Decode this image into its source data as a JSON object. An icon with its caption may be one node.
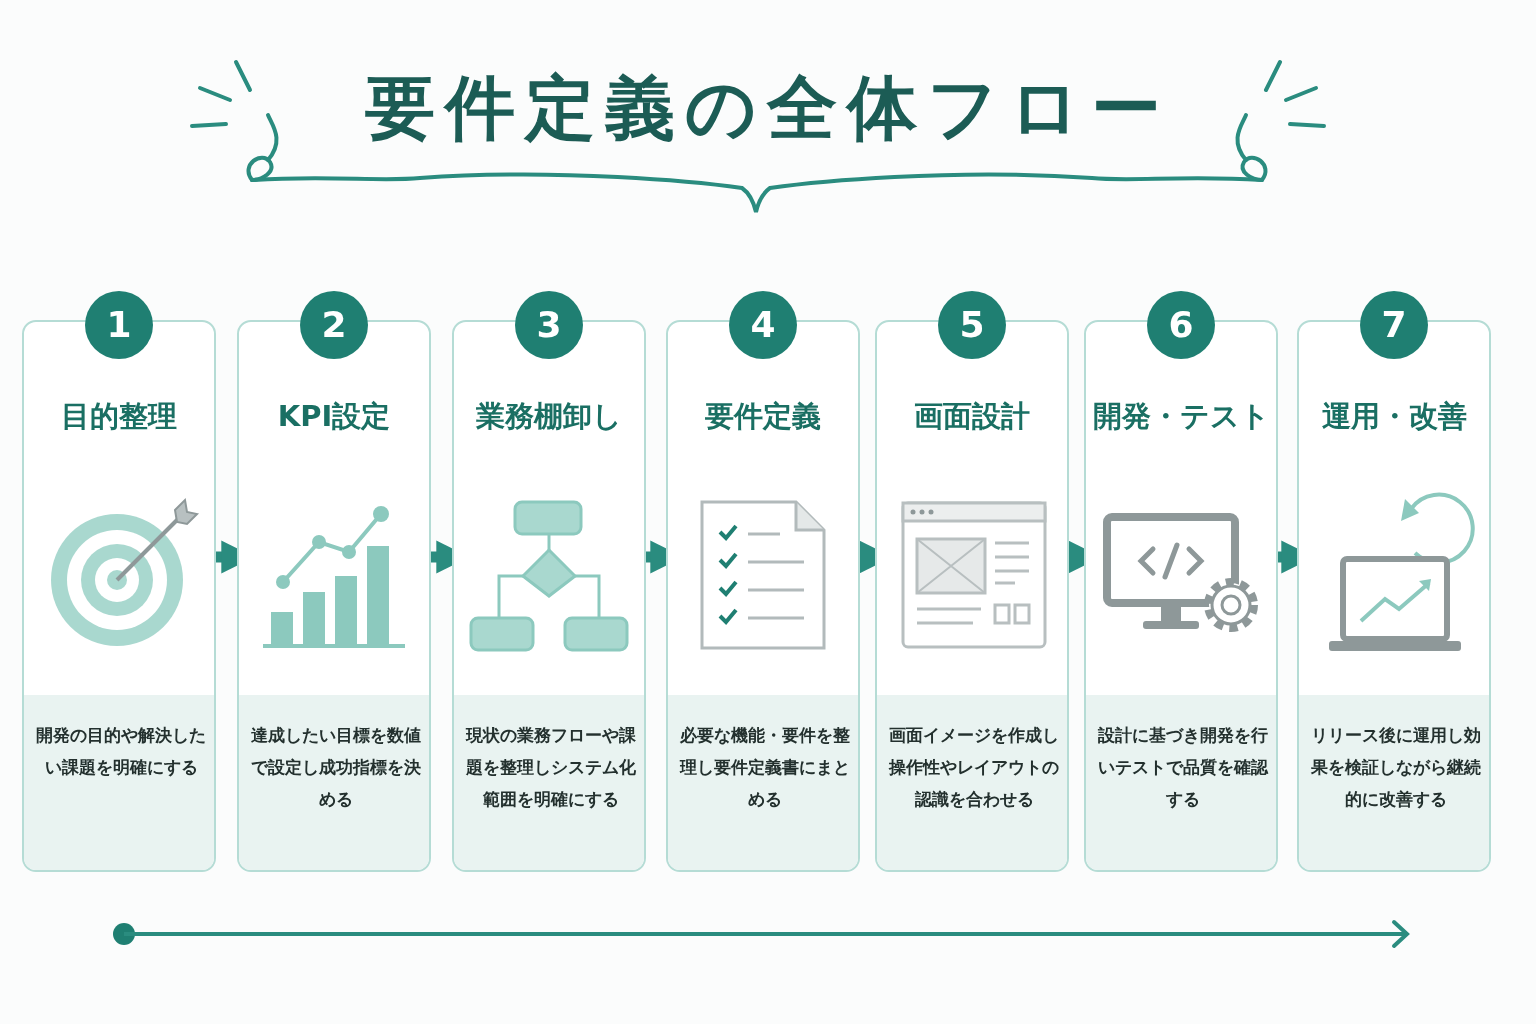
{
  "diagram": {
    "title": "要件定義の全体フロー",
    "nodes": [
      {
        "text": [
          "1",
          "目的整理",
          "開発の目的や解決したい課題を明確にする"
        ]
      },
      {
        "text": [
          "2",
          "KPI設定",
          "達成したい目標を数値で設定し成功指標を決める"
        ]
      },
      {
        "text": [
          "3",
          "業務棚卸し",
          "現状の業務フローや課題を整理しシステム化範囲を明確にする"
        ]
      },
      {
        "text": [
          "4",
          "要件定義",
          "必要な機能・要件を整理し要件定義書にまとめる"
        ]
      },
      {
        "text": [
          "5",
          "画面設計",
          "画面イメージを作成し操作性やレイアウトの認識を合わせる"
        ]
      },
      {
        "text": [
          "6",
          "開発・テスト",
          "設計に基づき開発を行いテストで品質を確認する"
        ]
      },
      {
        "text": [
          "7",
          "運用・改善",
          "リリース後に運用し効果を検証しながら継続的に改善する"
        ]
      }
    ],
    "edges": [
      {
        "from": 0,
        "to": 1,
        "arrow": "to"
      },
      {
        "from": 1,
        "to": 2,
        "arrow": "to"
      },
      {
        "from": 2,
        "to": 3,
        "arrow": "to"
      },
      {
        "from": 3,
        "to": 4,
        "arrow": "to"
      },
      {
        "from": 4,
        "to": 5,
        "arrow": "to"
      },
      {
        "from": 5,
        "to": 6,
        "arrow": "to"
      }
    ]
  }
}
